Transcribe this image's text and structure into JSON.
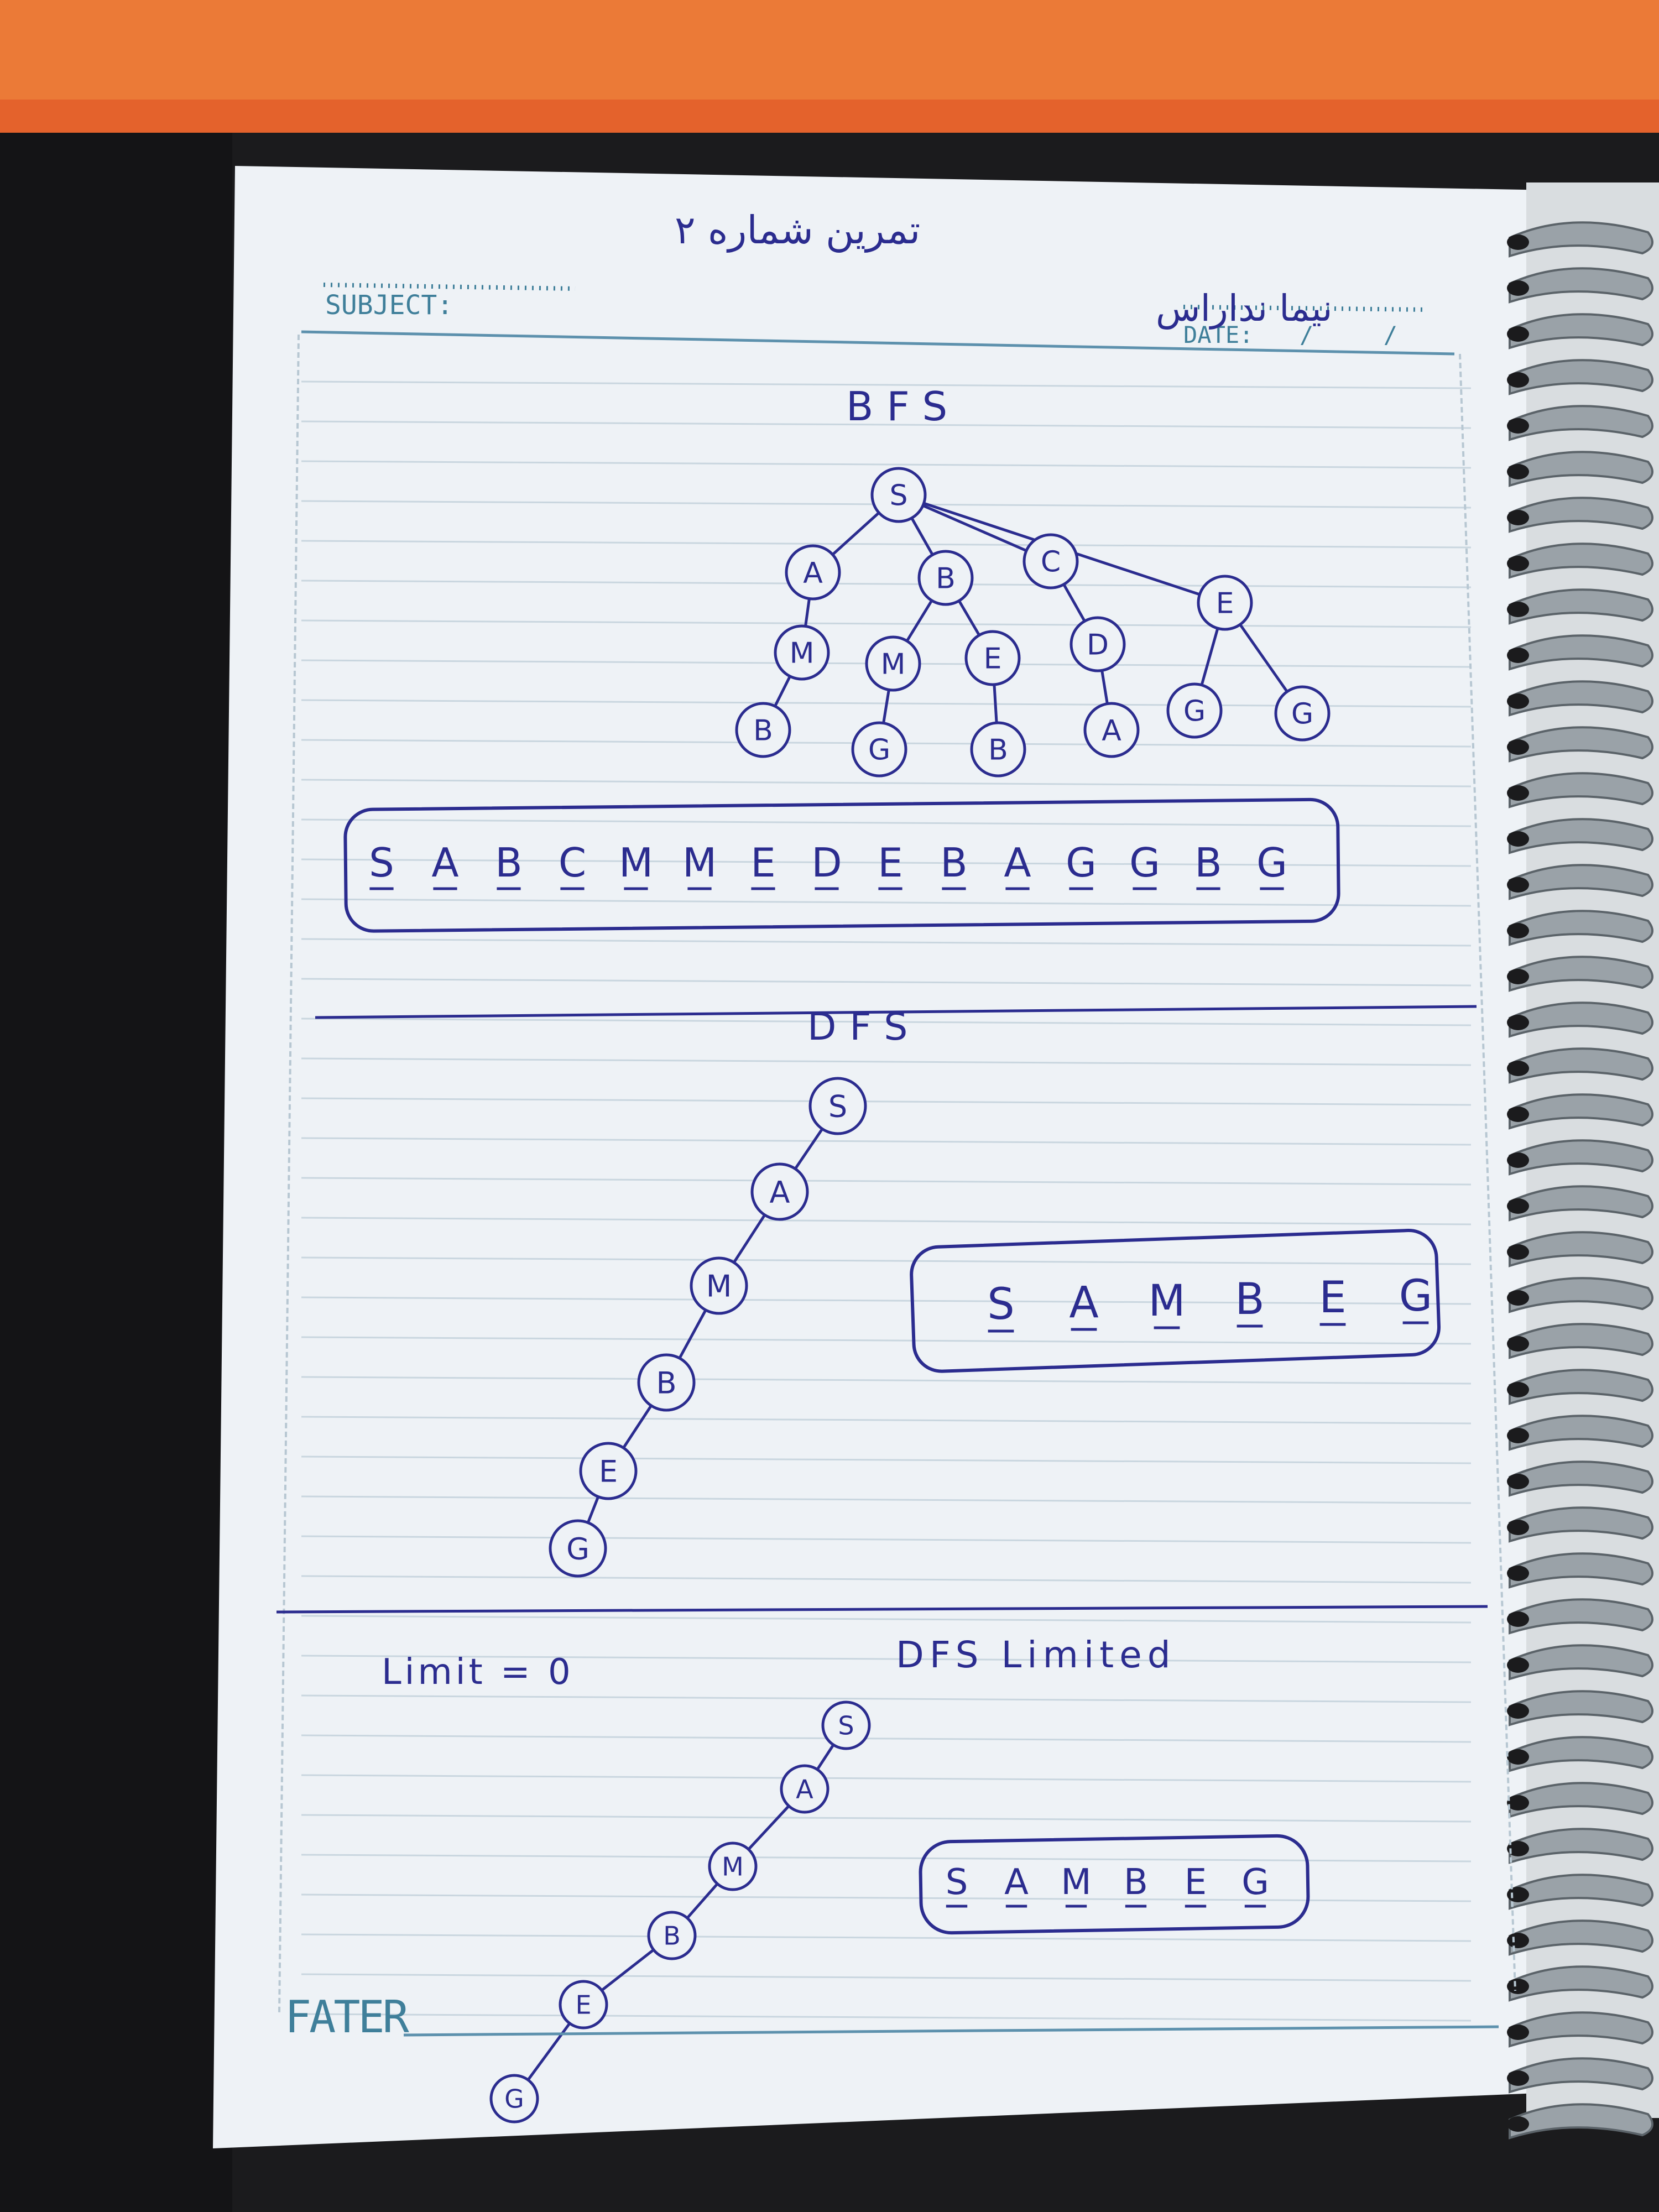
{
  "page_header": {
    "title_handwritten": "تمرین شماره ۲",
    "name_handwritten": "نیما نداراس",
    "subject_label": "SUBJECT:",
    "date_label": "DATE:",
    "date_slashes": "/     /",
    "footer_label": "FATER"
  },
  "bfs": {
    "heading": "BFS",
    "nodes": [
      "S",
      "A",
      "B",
      "C",
      "E",
      "M",
      "M",
      "E",
      "D",
      "B",
      "G",
      "B",
      "A",
      "G",
      "G"
    ],
    "result": [
      "S",
      "A",
      "B",
      "C",
      "M",
      "M",
      "E",
      "D",
      "E",
      "B",
      "A",
      "G",
      "G",
      "B",
      "G"
    ]
  },
  "dfs": {
    "heading": "DFS",
    "nodes": [
      "S",
      "A",
      "M",
      "B",
      "E",
      "G"
    ],
    "result": [
      "S",
      "A",
      "M",
      "B",
      "E",
      "G"
    ]
  },
  "dfs_limited": {
    "heading": "DFS Limited",
    "limit_text": "Limit = 0",
    "nodes": [
      "S",
      "A",
      "M",
      "B",
      "E",
      "G"
    ],
    "result": [
      "S",
      "A",
      "M",
      "B",
      "E",
      "G"
    ]
  },
  "colors": {
    "background": "#e4622c",
    "binder": "#1b1b1d",
    "paper": "#eef2f6",
    "ruled_line": "#c9d6df",
    "ink": "#2b2c8f",
    "print": "#3f7f9a"
  }
}
